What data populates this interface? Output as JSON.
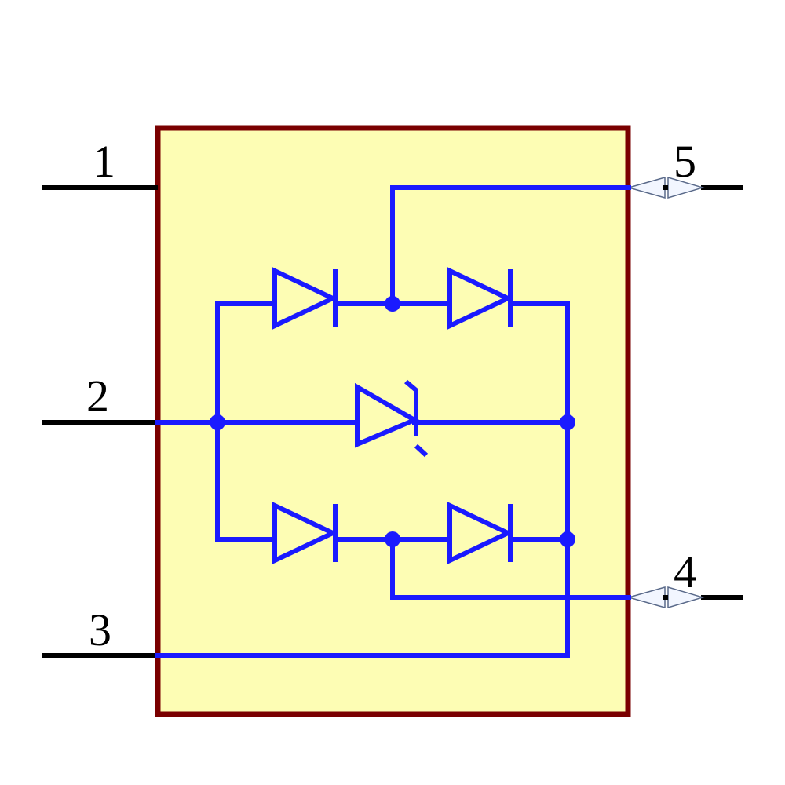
{
  "colors": {
    "background": "#ffffff",
    "body_fill": "#fdfdb4",
    "body_outline": "#7a0000",
    "wire": "#1a1aff",
    "pin_line": "#000000",
    "bidir_arrow_fill": "#f2f6ff",
    "bidir_arrow_stroke": "#5a6a8a"
  },
  "pins": [
    {
      "number": "1",
      "kind": "input"
    },
    {
      "number": "2",
      "kind": "input"
    },
    {
      "number": "3",
      "kind": "input"
    },
    {
      "number": "4",
      "kind": "bidirectional"
    },
    {
      "number": "5",
      "kind": "bidirectional"
    }
  ],
  "components": {
    "diodes": [
      "diode-top-left",
      "diode-top-right",
      "diode-bottom-left",
      "diode-bottom-right"
    ],
    "tvs_diode": "center-zener"
  }
}
